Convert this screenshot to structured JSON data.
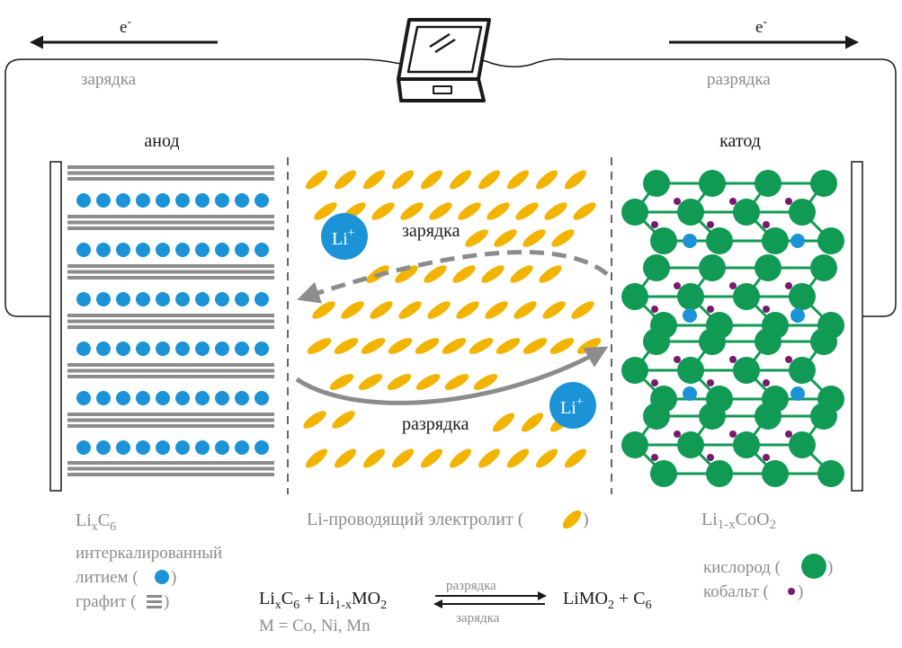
{
  "top": {
    "electron_left": "e",
    "electron_right": "e",
    "electron_sign": "-",
    "charge_left": "зарядка",
    "discharge_right": "разрядка"
  },
  "regions": {
    "anode": "анод",
    "cathode": "катод"
  },
  "arrows": {
    "charge": "зарядка",
    "discharge": "разрядка",
    "ion_li": "Li",
    "ion_plus": "+"
  },
  "legend": {
    "anode_formula": {
      "a": "Li",
      "b": "x",
      "c": "C",
      "d": "6"
    },
    "electrolyte": "Li-проводящий электролит (",
    "electrolyte_close": ")",
    "cathode_formula": {
      "a": "Li",
      "b": "1-x",
      "c": "CoO",
      "d": "2"
    },
    "intercalated_1": "интеркалированный",
    "intercalated_2": "литием (",
    "intercalated_2_close": ")",
    "graphite": "графит (",
    "graphite_close": ")",
    "oxygen": "кислород (",
    "oxygen_close": ")",
    "cobalt": "кобальт (",
    "cobalt_close": ")"
  },
  "equation": {
    "lhs_li": "Li",
    "lhs_x": "x",
    "lhs_c": "C",
    "lhs_6": "6",
    "lhs_plus_li": " + Li",
    "lhs_1x": "1-x",
    "lhs_mo": "MO",
    "lhs_2": "2",
    "rhs_limo": "LiMO",
    "rhs_2": "2",
    "rhs_plus_c": " + C",
    "rhs_6": "6",
    "top_label": "разрядка",
    "bottom_label": "зарядка",
    "metals": "M = Co, Ni, Mn"
  },
  "colors": {
    "graphite": "#8c8c8c",
    "lithium": "#1b93d6",
    "electrolyte": "#f2b400",
    "oxygen": "#119a54",
    "cobalt": "#7a1a6e",
    "arrow": "#8c8c8c"
  }
}
